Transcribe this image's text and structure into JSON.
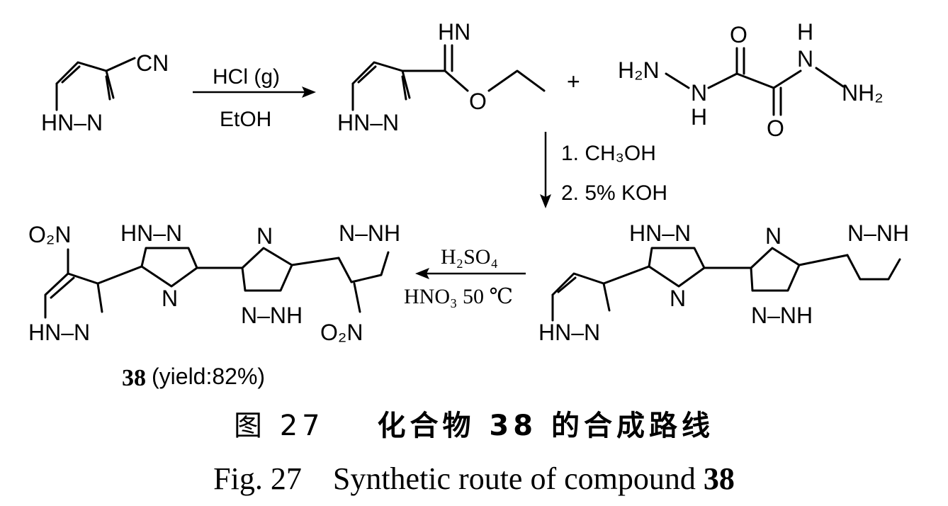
{
  "scheme": {
    "sm_label_cn": "CN",
    "sm_label_nh": "HN–N",
    "step1_reagent_top": "HCl (g)",
    "step1_reagent_bottom": "EtOH",
    "imidate_nh": "HN",
    "imidate_o": "O",
    "imidate_ring_nh": "HN–N",
    "plus": "+",
    "hydrazide_h2n": "H₂N",
    "hydrazide_h_top": "H",
    "hydrazide_n_left": "N",
    "hydrazide_h_bottom": "H",
    "hydrazide_o_top": "O",
    "hydrazide_o_bottom": "O",
    "hydrazide_n_right": "N",
    "hydrazide_nh2": "NH₂",
    "step2_reagent_1": "1. CH₃OH",
    "step2_reagent_2": "2. 5% KOH",
    "step3_reagent_top": "H₂SO₄",
    "step3_reagent_bottom": "HNO₃ 50 ℃",
    "product_no2_left": "O₂N",
    "product_no2_right": "O₂N",
    "product_number": "38",
    "product_yield": "(yield:82%)"
  },
  "caption": {
    "cn_prefix": "图 27",
    "cn_text_a": "化合物 ",
    "cn_number": "38",
    "cn_text_b": " 的合成路线",
    "en_prefix": "Fig. 27",
    "en_text": "Synthetic route of compound ",
    "en_number": "38"
  }
}
